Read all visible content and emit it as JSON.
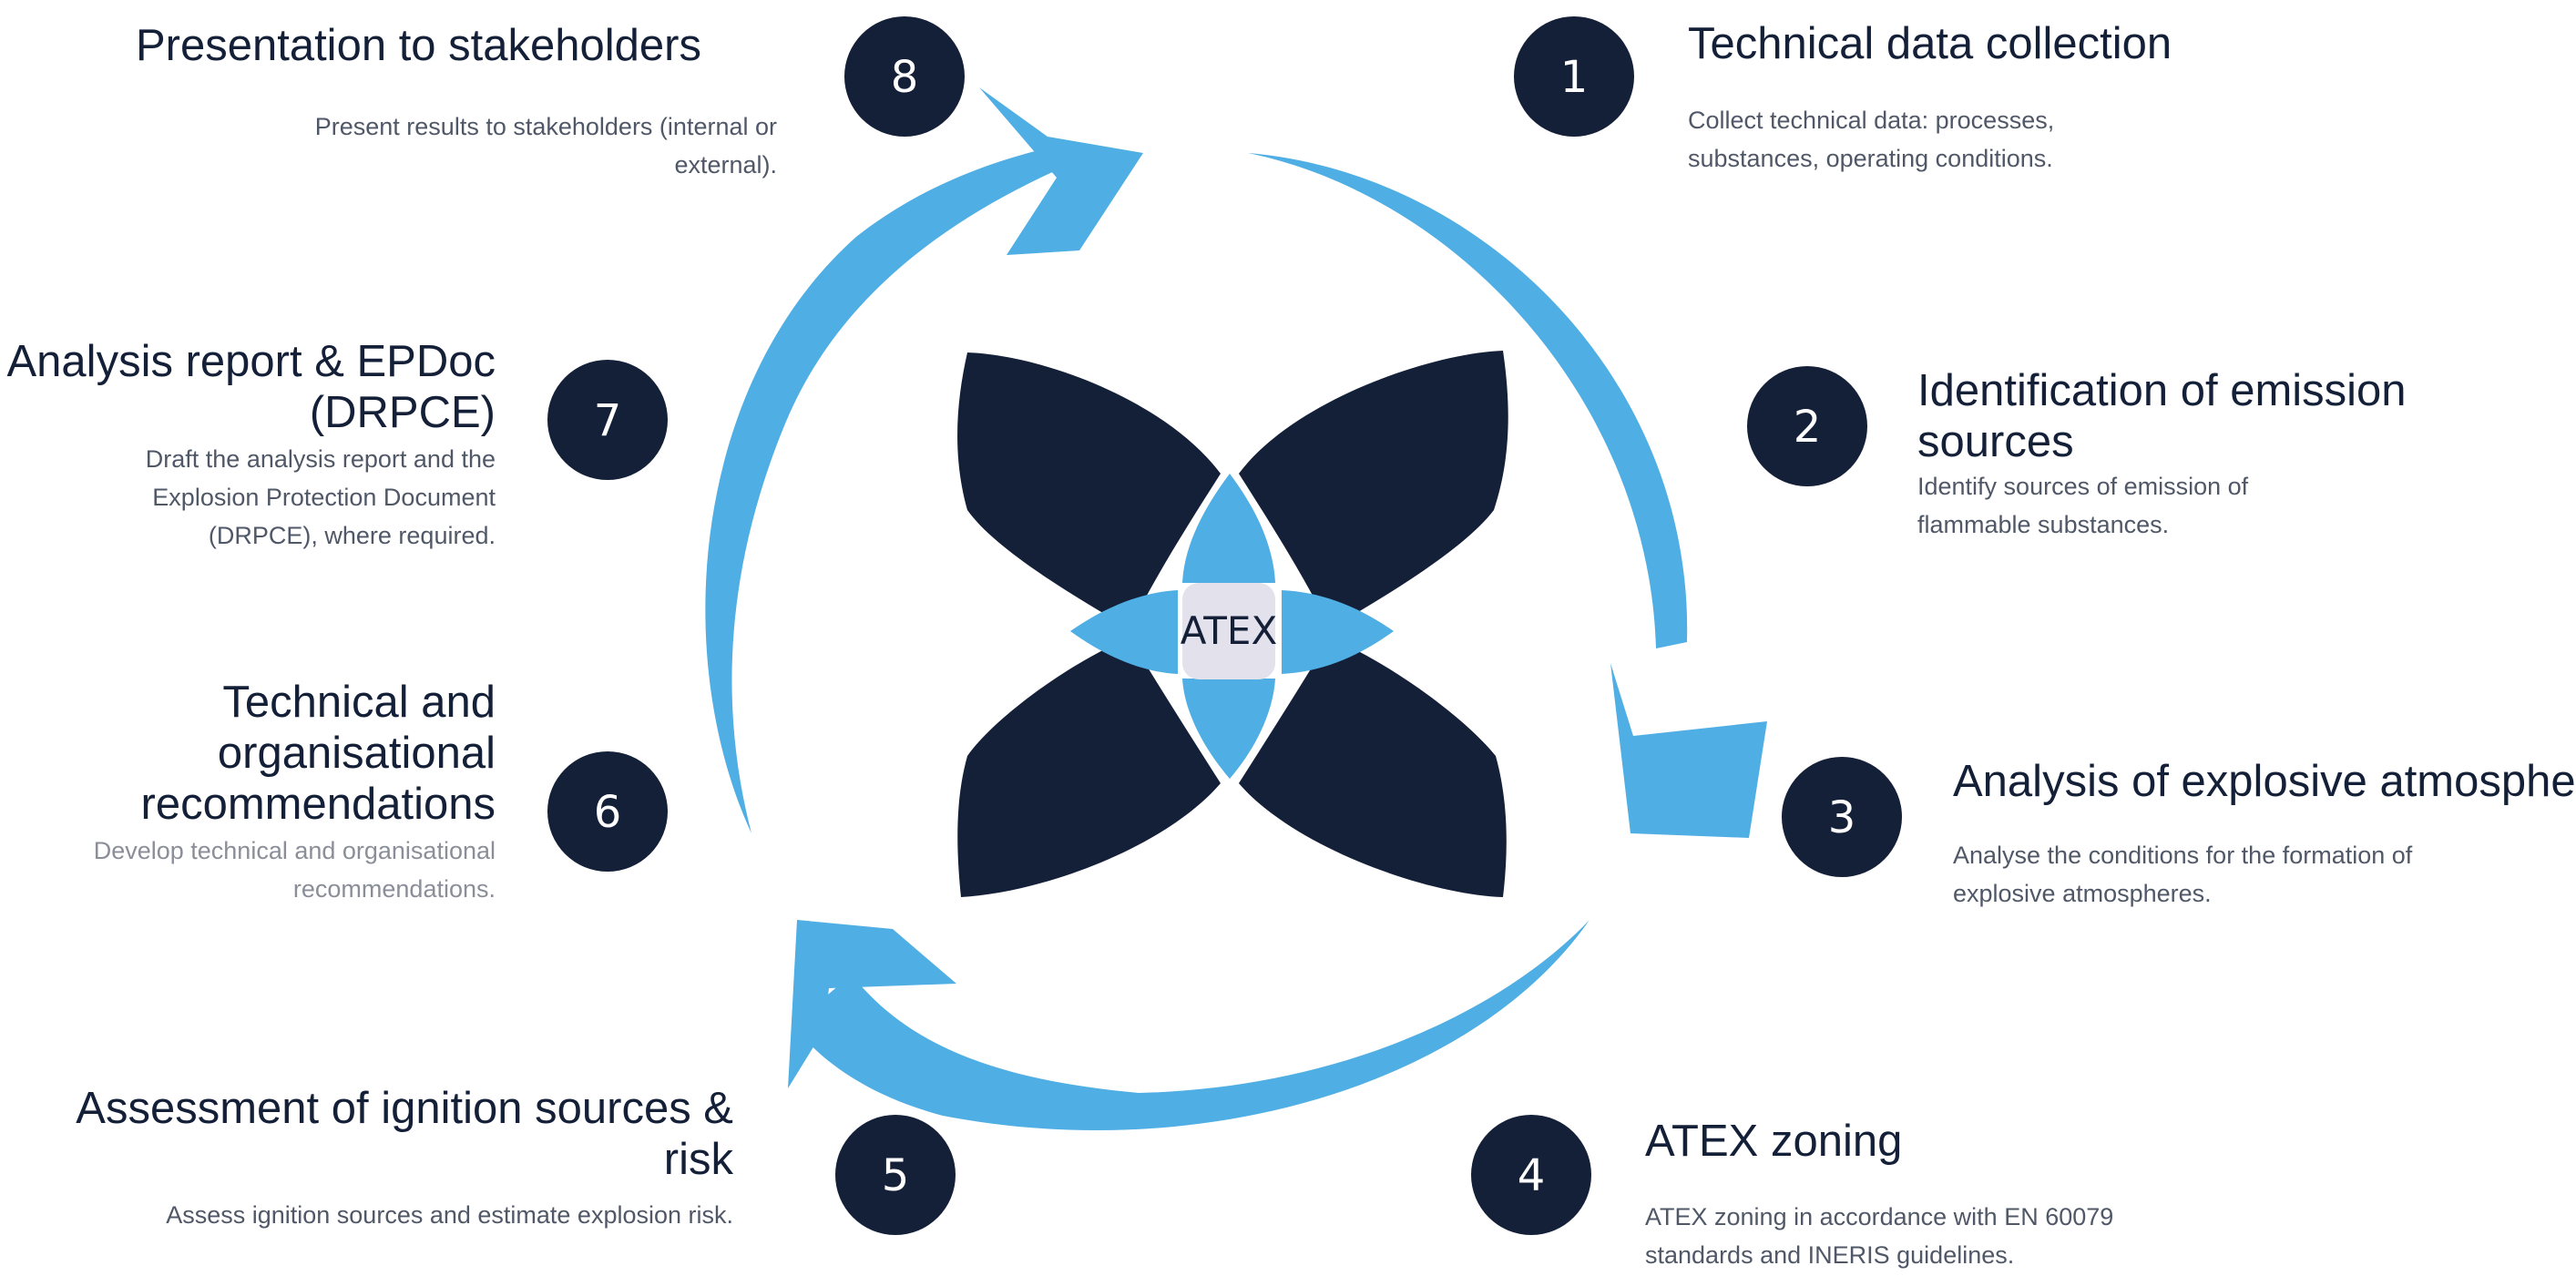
{
  "colors": {
    "navy": "#141f38",
    "arrow_blue": "#4faee3",
    "center_fill": "#e3e2ec",
    "text_gray": "#505868",
    "white": "#ffffff"
  },
  "center": {
    "label": "ATEX"
  },
  "steps": [
    {
      "number": "1",
      "title": "Technical data collection",
      "description": "Collect technical data: processes, substances, operating conditions."
    },
    {
      "number": "2",
      "title": "Identification of emission sources",
      "description": "Identify sources of emission of flammable substances."
    },
    {
      "number": "3",
      "title": "Analysis of explosive atmospheres",
      "description": "Analyse the conditions for the formation of explosive atmospheres."
    },
    {
      "number": "4",
      "title": "ATEX zoning",
      "description": "ATEX zoning in accordance with EN 60079 standards and INERIS guidelines."
    },
    {
      "number": "5",
      "title": "Assessment of ignition sources & risk",
      "description": "Assess ignition sources and estimate explosion risk."
    },
    {
      "number": "6",
      "title": "Technical and organisational recommendations",
      "description": "Develop technical and organisational recommendations."
    },
    {
      "number": "7",
      "title": "Analysis report & EPDoc (DRPCE)",
      "description": "Draft the analysis report and the Explosion Protection Document (DRPCE), where required."
    },
    {
      "number": "8",
      "title": "Presentation to stakeholders",
      "description": "Present results to stakeholders (internal or external)."
    }
  ]
}
